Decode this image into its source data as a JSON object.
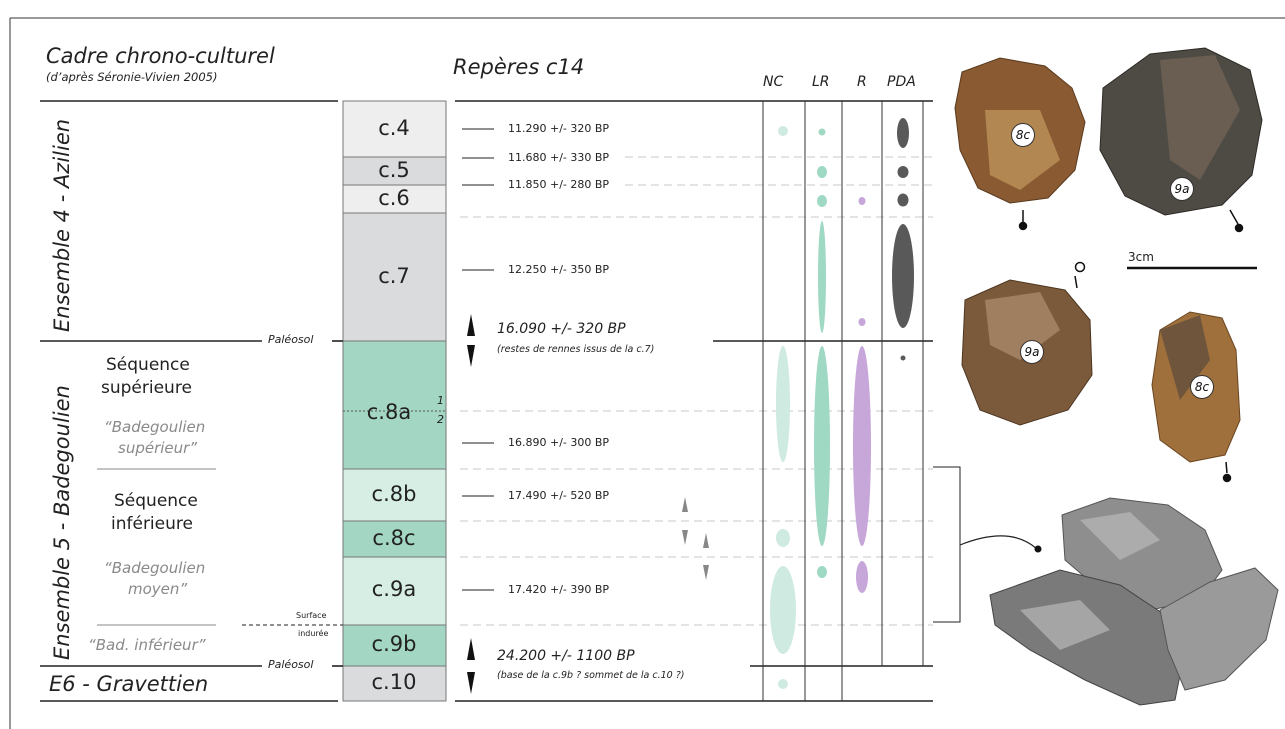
{
  "header": {
    "title": "Cadre chrono-culturel",
    "subtitle": "(d’après Séronie-Vivien 2005)",
    "c14_title": "Repères c14",
    "columns": [
      "NC",
      "LR",
      "R",
      "PDA"
    ]
  },
  "ensembles": {
    "e4": "Ensemble 4 - Azilien",
    "e5": "Ensemble 5 - Badegoulien",
    "e6": "E6 - Gravettien"
  },
  "sequences": {
    "sup_title_1": "Séquence",
    "sup_title_2": "supérieure",
    "sup_phase_1": "“Badegoulien",
    "sup_phase_2": "supérieur”",
    "inf_title_1": "Séquence",
    "inf_title_2": "inférieure",
    "inf_phase_1": "“Badegoulien",
    "inf_phase_2": "moyen”",
    "bad_inf": "“Bad. inférieur”",
    "surface": "Surface",
    "induree": "indurée",
    "paleosol": "Paléosol"
  },
  "layers": [
    "c.4",
    "c.5",
    "c.6",
    "c.7",
    "c.8a",
    "c.8b",
    "c.8c",
    "c.9a",
    "c.9b",
    "c.10"
  ],
  "c8a_sub": [
    "1",
    "2"
  ],
  "dates": [
    "11.290 +/- 320 BP",
    "11.680 +/- 330 BP",
    "11.850 +/- 280 BP",
    "12.250 +/- 350 BP",
    "16.890 +/- 300 BP",
    "17.490 +/- 520 BP",
    "17.420 +/- 390 BP"
  ],
  "key_dates": {
    "d1": "16.090 +/- 320 BP",
    "d1_note": "(restes de rennes issus de la c.7)",
    "d2": "24.200 +/- 1100 BP",
    "d2_note": "(base de la c.9b ? sommet de la c.10 ?)"
  },
  "artefacts": {
    "labels": [
      "8c",
      "9a",
      "9a",
      "8c"
    ],
    "scale": "3cm"
  },
  "colors": {
    "layer_light": "#eeeeee",
    "layer_grey": "#d9dbdd",
    "layer_green": "#a3d7c4",
    "layer_pale_green": "#d6eee4",
    "nc": "#cfeae0",
    "lr": "#9fd8c3",
    "r": "#c7a6d9",
    "pda": "#595959"
  }
}
